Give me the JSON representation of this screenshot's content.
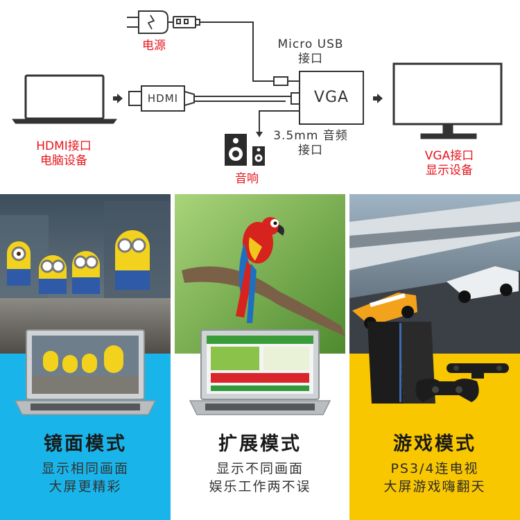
{
  "diagram": {
    "power_label": "电源",
    "micro_usb_label": [
      "Micro USB",
      "接口"
    ],
    "hdmi_plug_text": "HDMI",
    "adapter_text": "VGA",
    "audio_port_label": [
      "3.5mm 音频",
      "接口"
    ],
    "speaker_label": "音响",
    "source_label": [
      "HDMI接口",
      "电脑设备"
    ],
    "display_label": [
      "VGA接口",
      "显示设备"
    ],
    "accent_color": "#e8141c"
  },
  "modes": [
    {
      "title": "镜面模式",
      "desc": [
        "显示相同画面",
        "大屏更精彩"
      ],
      "bg": "#19b5ea"
    },
    {
      "title": "扩展模式",
      "desc": [
        "显示不同画面",
        "娱乐工作两不误"
      ],
      "bg": "#ffffff"
    },
    {
      "title": "游戏模式",
      "desc": [
        "PS3/4连电视",
        "大屏游戏嗨翻天"
      ],
      "bg": "#f9c700"
    }
  ]
}
